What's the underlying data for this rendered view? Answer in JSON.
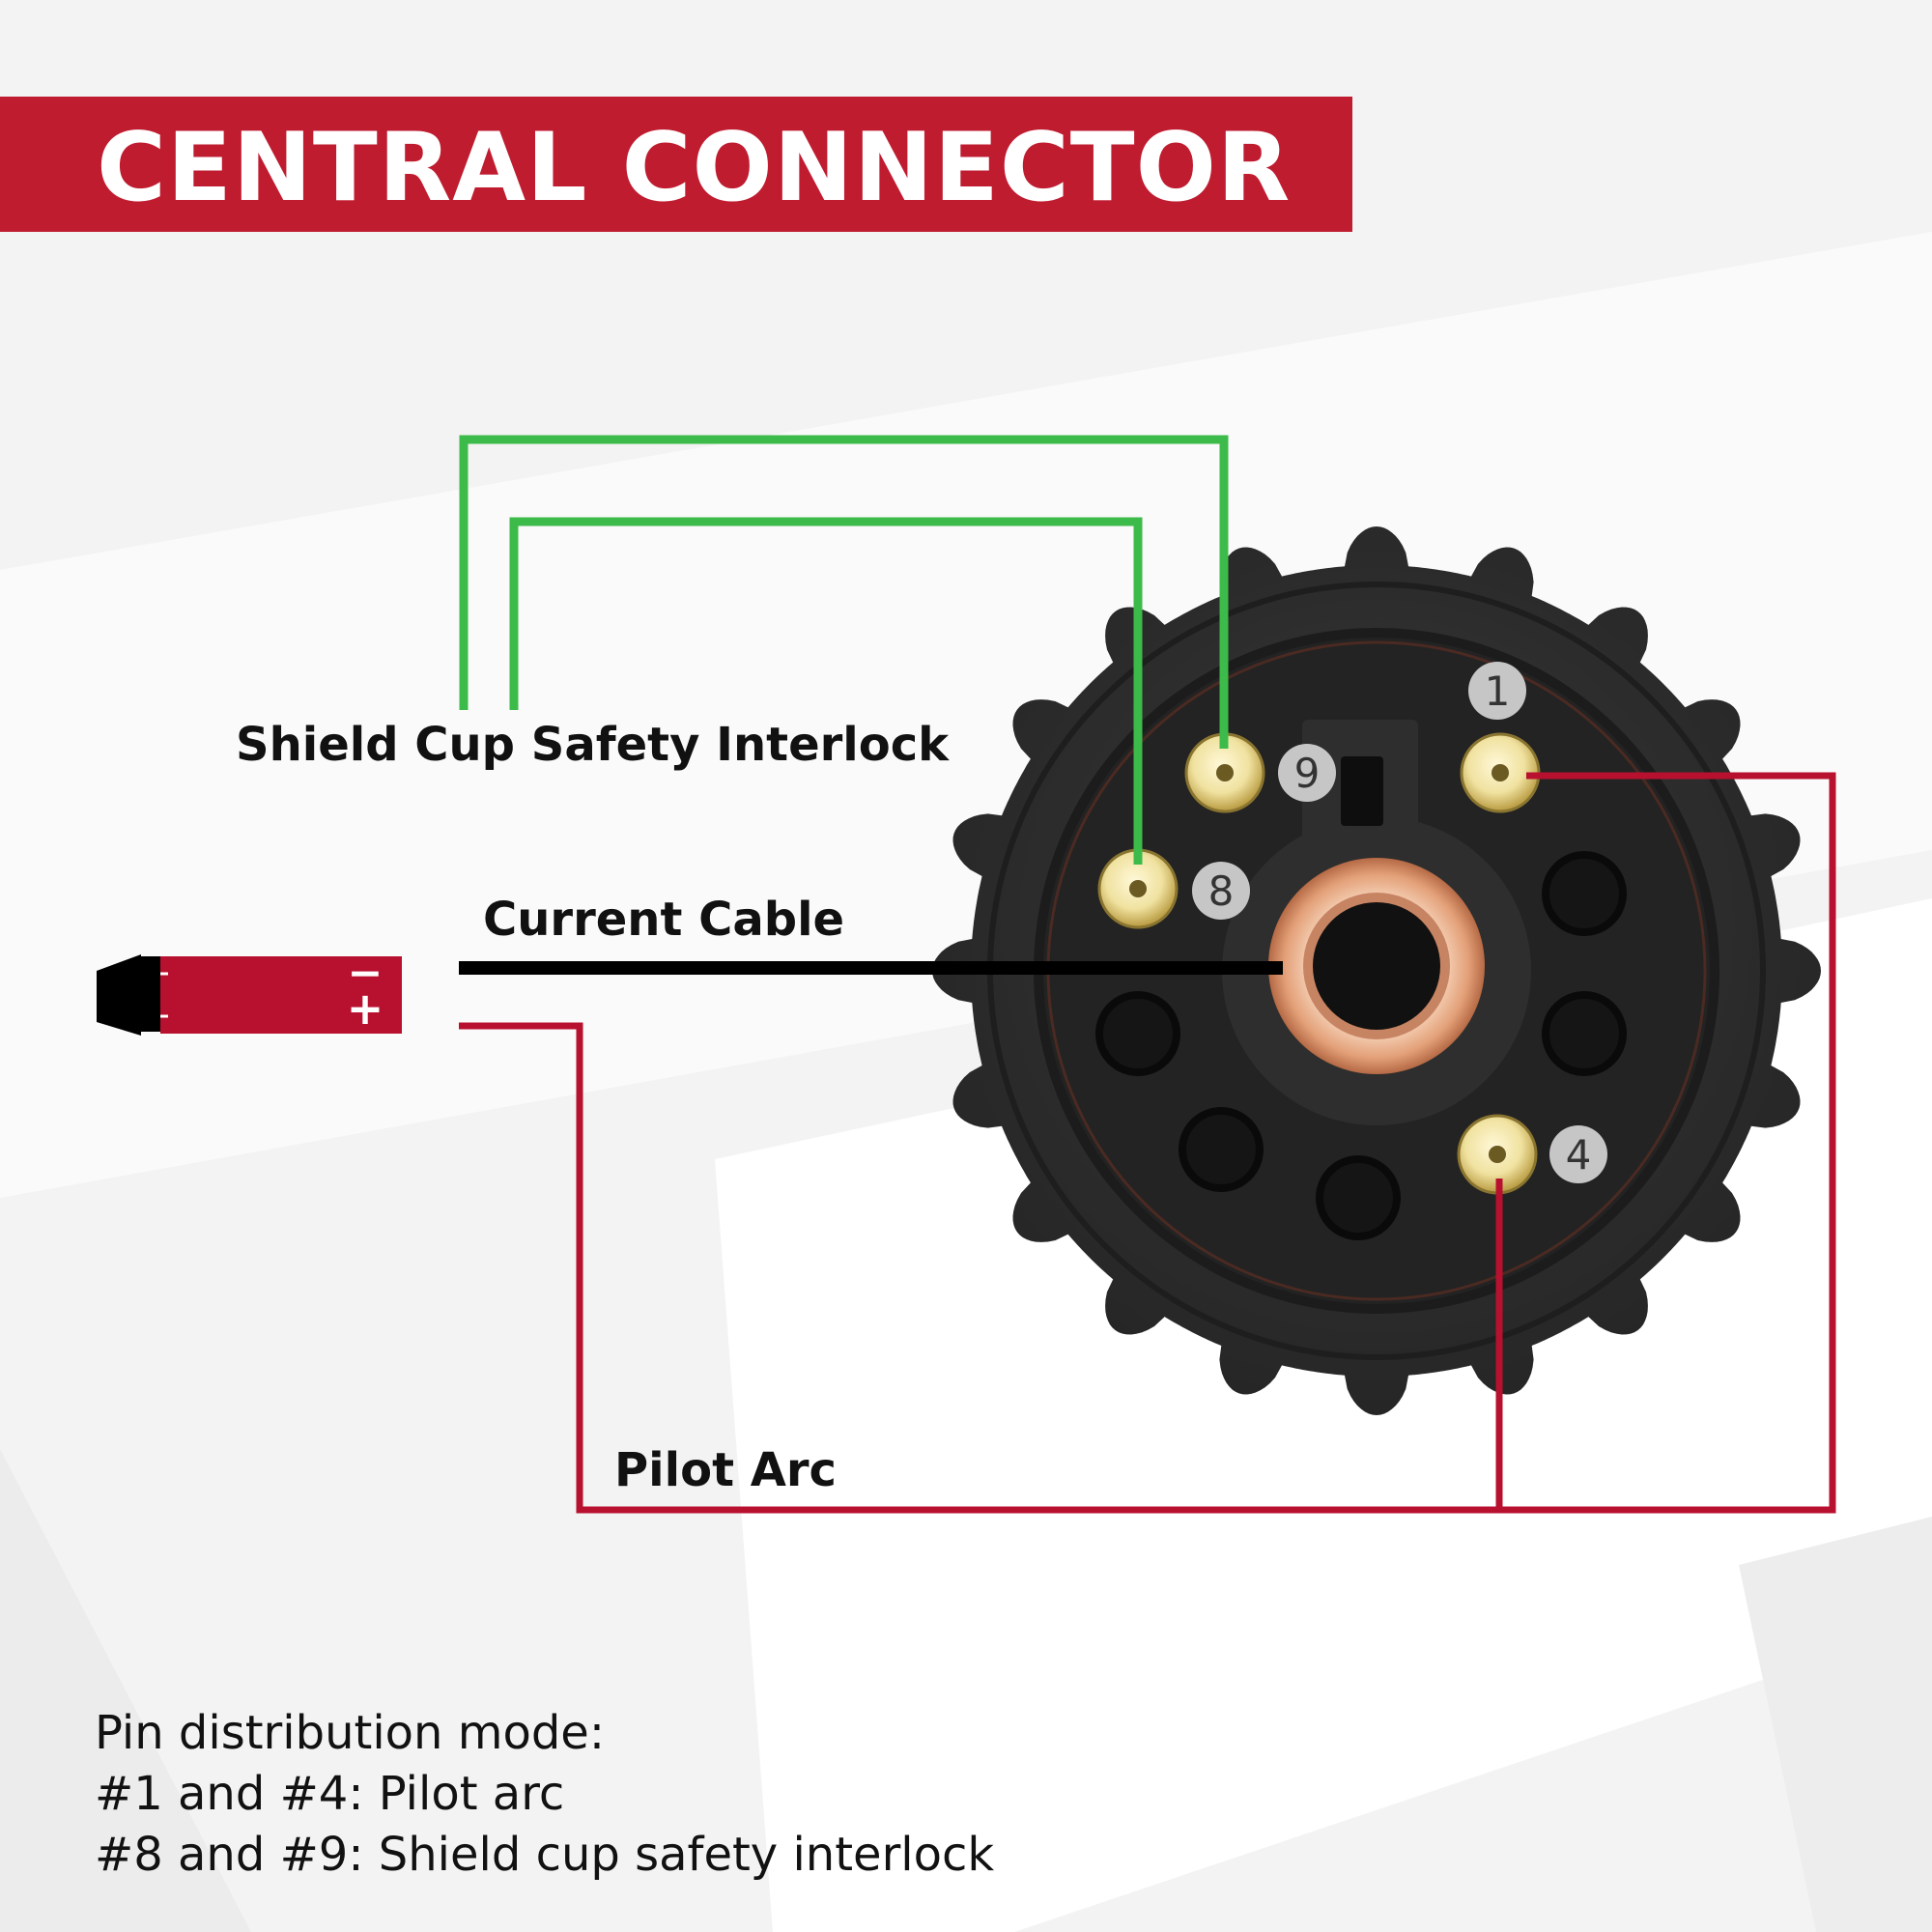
{
  "title": "CENTRAL CONNECTOR",
  "labels": {
    "shield_cup": "Shield Cup Safety Interlock",
    "current_cable": "Current Cable",
    "pilot_arc": "Pilot Arc"
  },
  "pins": {
    "pin_1": "1",
    "pin_4": "4",
    "pin_8": "8",
    "pin_9": "9"
  },
  "terminal": {
    "minus": "−",
    "plus": "+"
  },
  "notes": {
    "heading": "Pin distribution mode:",
    "line_1": "#1 and #4: Pilot arc",
    "line_2": "#8 and #9: Shield cup safety interlock"
  },
  "colors": {
    "brand_red": "#bf1c30",
    "wire_green": "#3dbb4a",
    "wire_red": "#b8102f",
    "connector_body": "#2b2b2b"
  }
}
